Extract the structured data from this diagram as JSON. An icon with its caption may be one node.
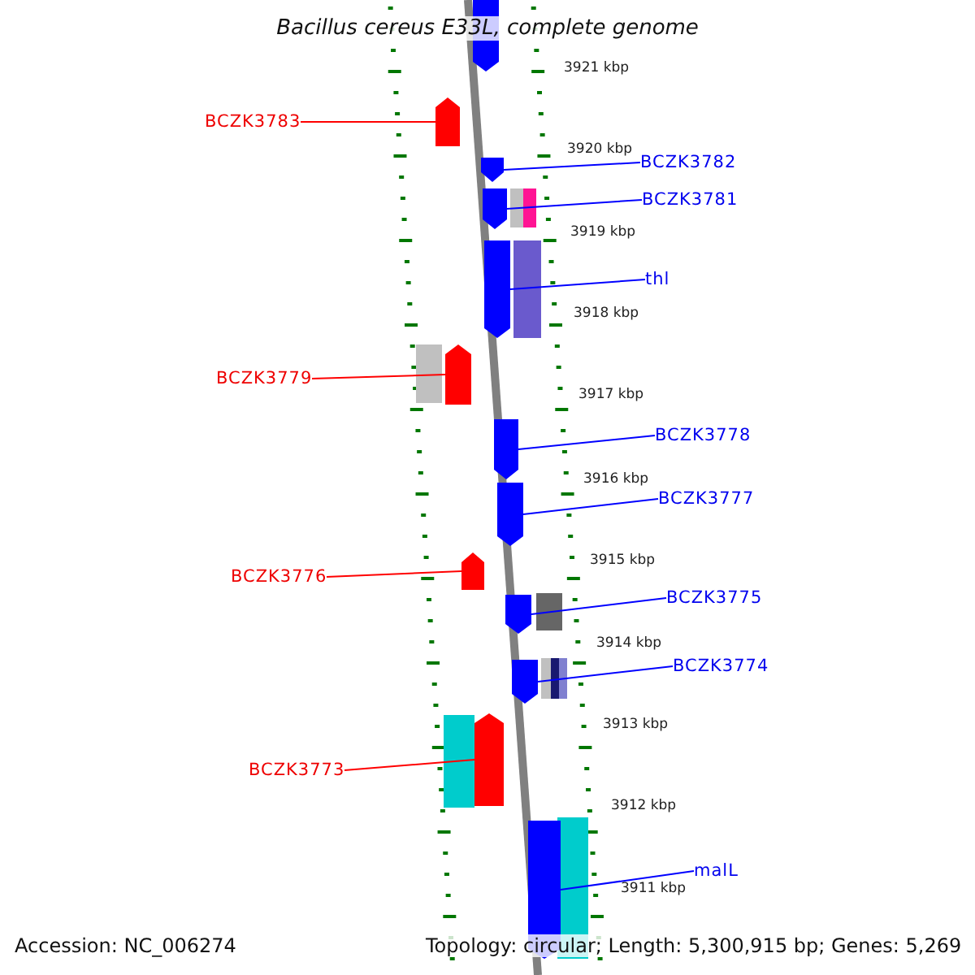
{
  "diagram": {
    "title": "Bacillus cereus E33L, complete genome",
    "nodes": [
      {
        "text": [
          "BCZK3783"
        ]
      },
      {
        "text": [],
        "shape": "pentagon"
      },
      {
        "text": [
          "BCZK3782"
        ]
      },
      {
        "text": [],
        "shape": "pentagon"
      },
      {
        "text": [
          "BCZK3781"
        ]
      },
      {
        "text": [],
        "shape": "pentagon"
      },
      {
        "text": [
          "thl"
        ]
      },
      {
        "text": [],
        "shape": "pentagon"
      },
      {
        "text": [
          "BCZK3779"
        ]
      },
      {
        "text": [],
        "shape": "pentagon"
      },
      {
        "text": [
          "BCZK3778"
        ]
      },
      {
        "text": [],
        "shape": "pentagon"
      },
      {
        "text": [
          "BCZK3777"
        ]
      },
      {
        "text": [],
        "shape": "pentagon"
      },
      {
        "text": [
          "BCZK3776"
        ]
      },
      {
        "text": [],
        "shape": "pentagon"
      },
      {
        "text": [
          "BCZK3775"
        ]
      },
      {
        "text": [],
        "shape": "pentagon"
      },
      {
        "text": [
          "BCZK3774"
        ]
      },
      {
        "text": [],
        "shape": "pentagon"
      },
      {
        "text": [
          "BCZK3773"
        ]
      },
      {
        "text": [],
        "shape": "pentagon"
      },
      {
        "text": [
          "malL"
        ]
      },
      {
        "text": [],
        "shape": "pentagon"
      }
    ],
    "edges": [
      {
        "from": 0,
        "to": 1,
        "arrow": "none",
        "color": "#ff0000"
      },
      {
        "from": 2,
        "to": 3,
        "arrow": "none"
      },
      {
        "from": 4,
        "to": 5,
        "arrow": "none"
      },
      {
        "from": 6,
        "to": 7,
        "arrow": "none"
      },
      {
        "from": 8,
        "to": 9,
        "arrow": "none",
        "color": "#ff0000"
      },
      {
        "from": 10,
        "to": 11,
        "arrow": "none"
      },
      {
        "from": 12,
        "to": 13,
        "arrow": "none"
      },
      {
        "from": 14,
        "to": 15,
        "arrow": "none",
        "color": "#ff0000"
      },
      {
        "from": 16,
        "to": 17,
        "arrow": "none"
      },
      {
        "from": 18,
        "to": 19,
        "arrow": "none"
      },
      {
        "from": 20,
        "to": 21,
        "arrow": "none",
        "color": "#ff0000"
      },
      {
        "from": 22,
        "to": 23,
        "arrow": "none"
      }
    ],
    "labels": [
      "3921 kbp",
      "3920 kbp",
      "3919 kbp",
      "3918 kbp",
      "3917 kbp",
      "3916 kbp",
      "3915 kbp",
      "3914 kbp",
      "3913 kbp",
      "3912 kbp",
      "3911 kbp",
      "Accession: NC_006274",
      "Topology: circular; Length: 5,300,915 bp; Genes: 5,269"
    ]
  }
}
